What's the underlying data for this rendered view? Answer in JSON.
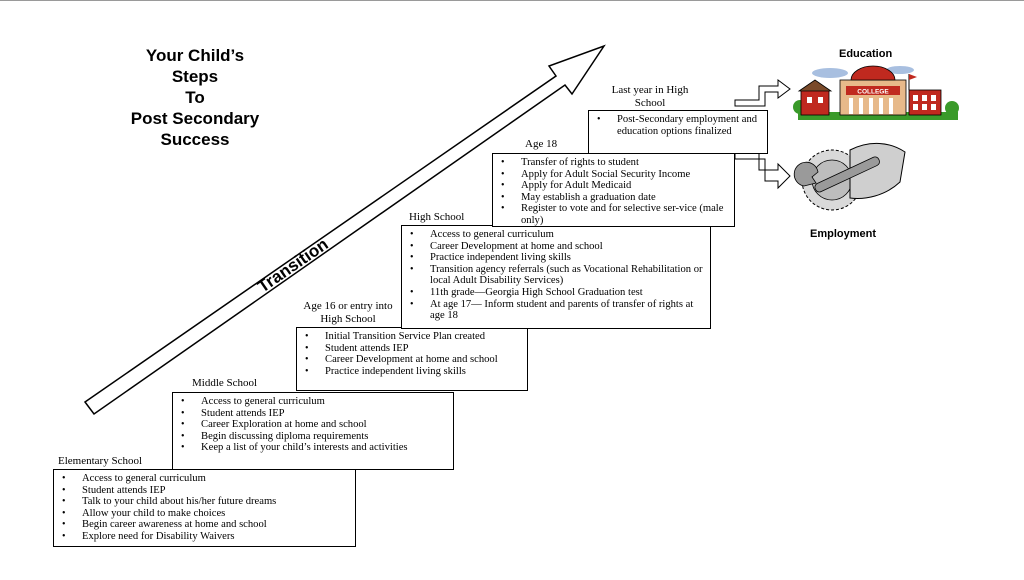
{
  "title": {
    "lines": [
      "Your Child’s",
      "Steps",
      "To",
      "Post Secondary",
      "Success"
    ]
  },
  "arrow_label": "Transition",
  "stages": [
    {
      "label": "Elementary School",
      "items": [
        "Access to general curriculum",
        "Student attends IEP",
        "Talk to your child about his/her future dreams",
        "Allow your child to make choices",
        "Begin career awareness at home and school",
        "Explore need for Disability Waivers"
      ]
    },
    {
      "label": "Middle School",
      "items": [
        "Access to general curriculum",
        "Student attends IEP",
        "Career Exploration at home and school",
        "Begin discussing diploma requirements",
        "Keep a list of your child’s interests and activities"
      ]
    },
    {
      "label": "Age 16 or entry into High School",
      "items": [
        "Initial Transition Service Plan created",
        "Student attends IEP",
        "Career Development at home and school",
        "Practice independent living skills"
      ]
    },
    {
      "label": "High School",
      "items": [
        "Access to general curriculum",
        "Career Development at home and school",
        "Practice independent living skills",
        "Transition agency referrals (such as Vocational Rehabilitation or local Adult Disability Services)",
        "11th grade—Georgia High School Graduation test",
        "At age 17— Inform student and parents of transfer of rights at age 18"
      ]
    },
    {
      "label": "Age 18",
      "items": [
        "Transfer of rights to student",
        "Apply for Adult Social Security Income",
        "Apply for Adult Medicaid",
        "May establish a graduation date",
        "Register to vote and for selective ser-vice (male only)"
      ]
    },
    {
      "label": "Last year in High School",
      "items": [
        "Post-Secondary employment and education options finalized"
      ]
    }
  ],
  "outcomes": {
    "education": {
      "label": "Education",
      "sign": "COLLEGE"
    },
    "employment": {
      "label": "Employment"
    }
  }
}
